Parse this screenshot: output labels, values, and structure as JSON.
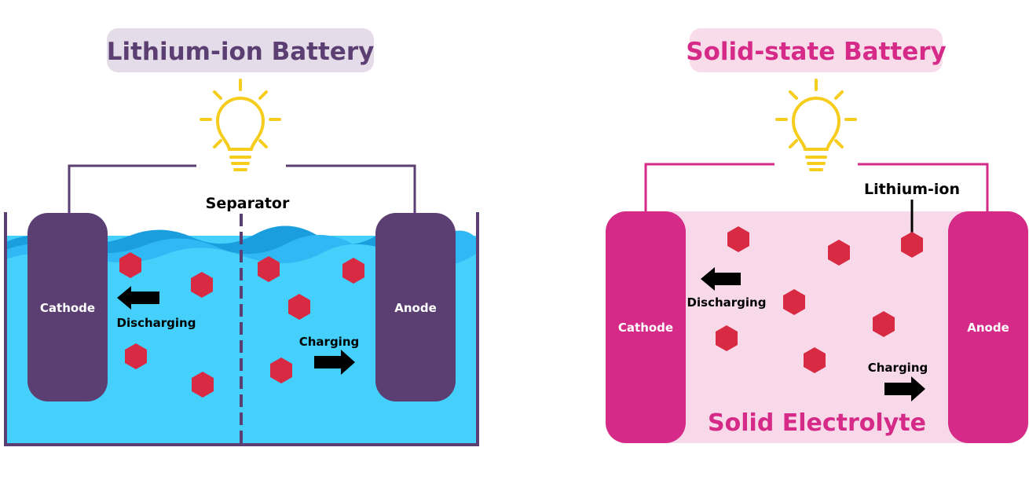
{
  "left": {
    "title": "Lithium-ion Battery",
    "separator_label": "Separator",
    "cathode_label": "Cathode",
    "anode_label": "Anode",
    "discharging_label": "Discharging",
    "charging_label": "Charging"
  },
  "right": {
    "title": "Solid-state Battery",
    "lithium_ion_label": "Lithium-ion",
    "cathode_label": "Cathode",
    "anode_label": "Anode",
    "discharging_label": "Discharging",
    "charging_label": "Charging",
    "electrolyte_label": "Solid Electrolyte"
  },
  "colors": {
    "purple": "#5c3f72",
    "pink": "#d62a88",
    "liquid": "#45d0fc",
    "wave_dark": "#22a4e6",
    "wave_mid": "#2fb8f3",
    "solid_bg": "#f8d9e9",
    "ion": "#d92a44",
    "bulb": "#f6cc1d",
    "left_title_bg": "#e4dde9",
    "right_title_bg": "#f9dcea",
    "arrow": "#000000"
  },
  "icons": [
    "light-bulb-icon",
    "light-bulb-icon",
    "arrow-left-icon",
    "arrow-right-icon",
    "hexagon-ion-icon"
  ]
}
